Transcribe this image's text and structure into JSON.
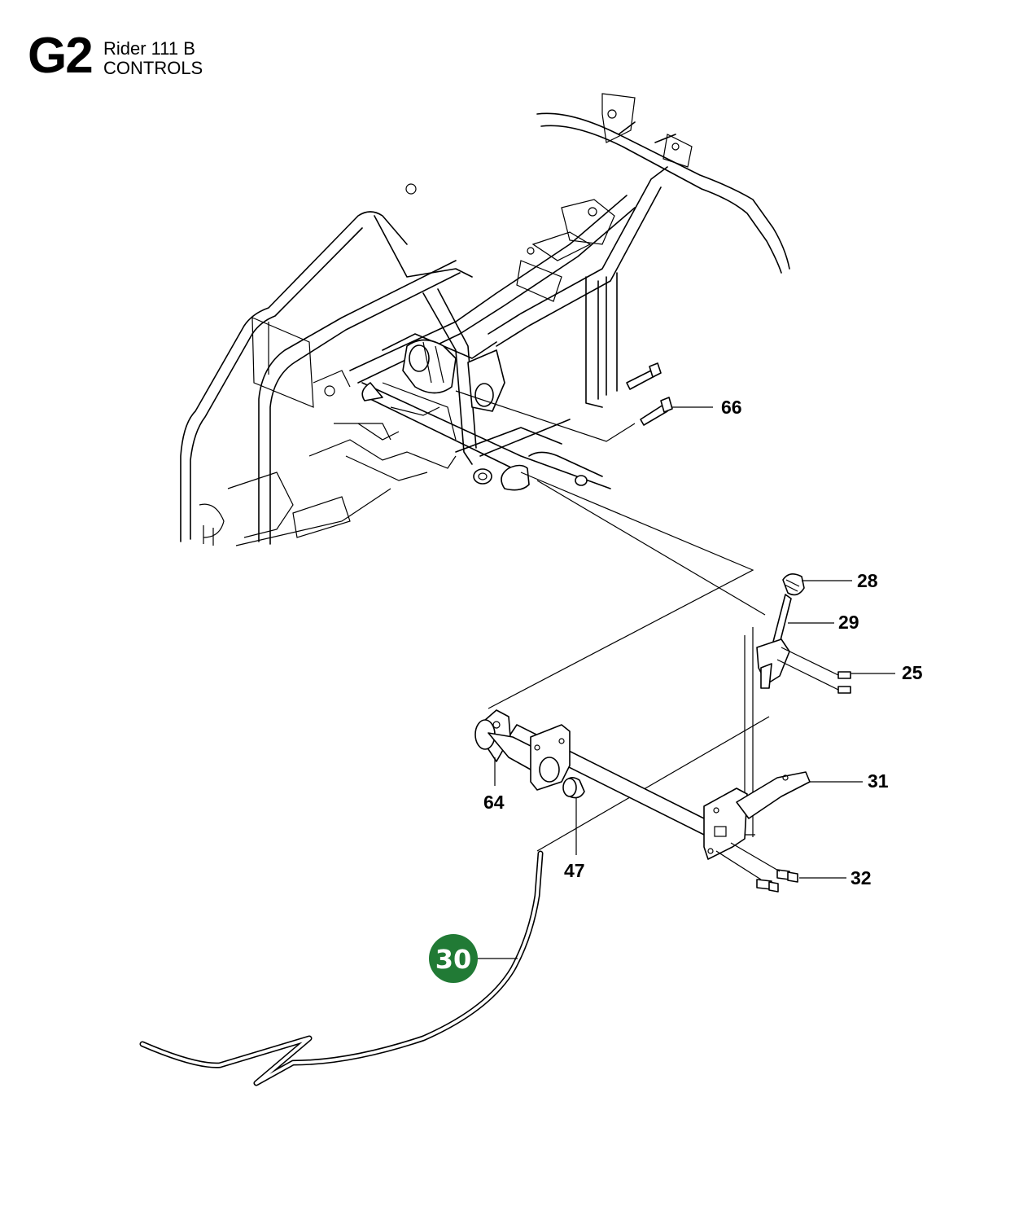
{
  "header": {
    "section_code": "G2",
    "model": "Rider 111 B",
    "section": "CONTROLS"
  },
  "highlight": {
    "part": "30",
    "color": "#217a35"
  },
  "callouts": [
    {
      "label": "66"
    },
    {
      "label": "28"
    },
    {
      "label": "29"
    },
    {
      "label": "25"
    },
    {
      "label": "31"
    },
    {
      "label": "64"
    },
    {
      "label": "47"
    },
    {
      "label": "32"
    }
  ]
}
